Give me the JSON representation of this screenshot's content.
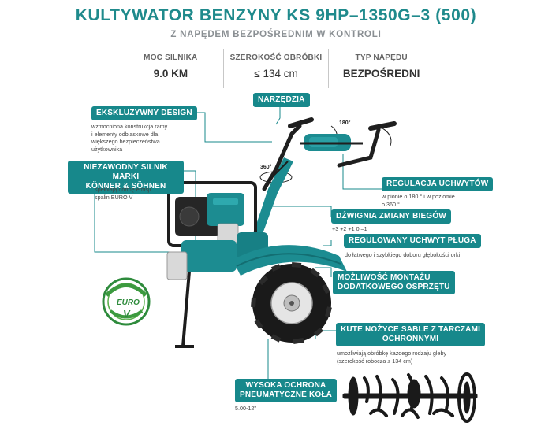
{
  "header": {
    "title": "KULTYWATOR BENZYNY KS 9HP–1350G–3 (500)",
    "subtitle": "Z NAPĘDEM BEZPOŚREDNIM W KONTROLI"
  },
  "specs": [
    {
      "label": "MOC SILNIKA",
      "value": "9.0 KM"
    },
    {
      "label": "SZEROKOŚĆ OBRÓBKI",
      "value": "≤ 134 cm"
    },
    {
      "label": "TYP NAPĘDU",
      "value": "BEZPOŚREDNI"
    }
  ],
  "features": {
    "design": {
      "title": "EKSKLUZYWNY DESIGN",
      "desc": [
        "wzmocniona konstrukcja ramy",
        "i elementy odblaskowe dla",
        "większego bezpieczeństwa",
        "użytkownika"
      ]
    },
    "engine": {
      "title_1": "NIEZAWODNY SILNIK MARKI",
      "title_2": "KÖNNER & SÖHNEN",
      "desc": [
        "spełniają normę emisji",
        "spalin EURO V"
      ]
    },
    "tools": {
      "title": "NARZĘDZIA"
    },
    "handles": {
      "title": "REGULACJA UCHWYTÓW",
      "desc": [
        "w pionie o 180 ° i w poziomie",
        "o 360 °"
      ]
    },
    "gear": {
      "title": "DŹWIGNIA ZMIANY BIEGÓW",
      "desc": "+3 +2 +1 0 –1"
    },
    "plough": {
      "title": "REGULOWANY UCHWYT PŁUGA",
      "desc": "do łatwego i szybkiego doboru głębokości orki"
    },
    "mount": {
      "title_1": "MOŻLIWOŚĆ MONTAŻU",
      "title_2": "DODATKOWEGO OSPRZĘTU"
    },
    "tillers": {
      "title_1": "KUTE NOŻYCE SABLE Z TARCZAMI",
      "title_2": "OCHRONNYMI",
      "desc": [
        "umożliwiają obróbkę każdego rodzaju gleby",
        "(szerokość robocza ≤ 134 cm)"
      ]
    },
    "wheels": {
      "title_1": "WYSOKA OCHRONA",
      "title_2": "PNEUMATYCZNE KOŁA",
      "desc": "5.00-12\""
    }
  },
  "angles": {
    "vertical": "180°",
    "horizontal": "360°"
  },
  "badge": {
    "line1": "EURO",
    "line2": "V"
  },
  "colors": {
    "accent": "#17888b",
    "body": "#1c8c91",
    "dark": "#1d1d1d"
  }
}
